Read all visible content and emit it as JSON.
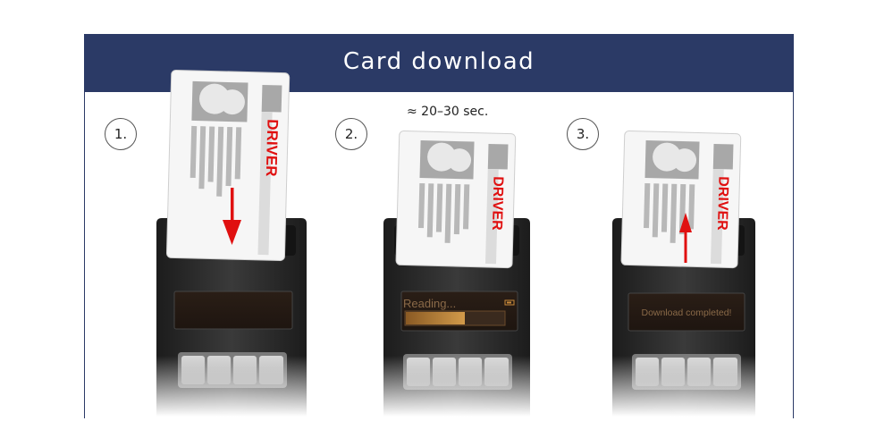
{
  "title": "Card download",
  "steps": [
    {
      "number": "1.",
      "card_label": "DRIVER",
      "display_text": "",
      "arrow": "down"
    },
    {
      "number": "2.",
      "card_label": "DRIVER",
      "display_text": "Reading...",
      "note": "≈ 20–30 sec.",
      "progress": 0.6,
      "arrow": "none"
    },
    {
      "number": "3.",
      "card_label": "DRIVER",
      "display_text": "Download completed!",
      "arrow": "up"
    }
  ],
  "colors": {
    "header": "#2b3a66",
    "arrow": "#e01010",
    "card_label": "#e01010",
    "device_body": "#2b2b2b",
    "progress_fill": "#c98a3a"
  }
}
